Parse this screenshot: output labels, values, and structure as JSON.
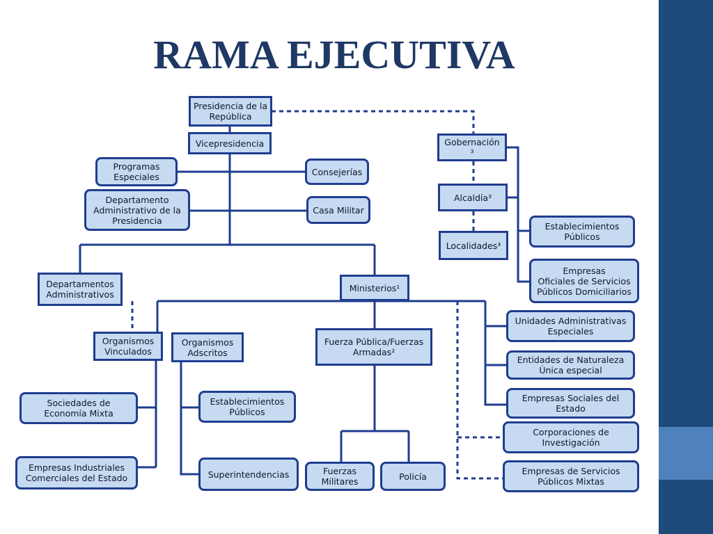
{
  "title": "RAMA EJECUTIVA",
  "colors": {
    "box_fill": "#c6daf2",
    "box_border": "#1f3d8f",
    "title": "#1f3864",
    "sidebar": "#1f4a7c",
    "sidebar_accent": "#4f81bd"
  },
  "nodes": {
    "presidencia": "Presidencia de la\nRepública",
    "vicepresidencia": "Vicepresidencia",
    "programas_especiales": "Programas\nEspeciales",
    "consejerias": "Consejerías",
    "dapre": "Departamento\nAdministrativo de la\nPresidencia",
    "casa_militar": "Casa Militar",
    "departamentos_administrativos": "Departamentos\nAdministrativos",
    "ministerios": "Ministerios¹",
    "gobernacion": "Gobernación\n³",
    "alcaldia": "Alcaldía³",
    "localidades": "Localidades³",
    "establecimientos_publicos_territorial": "Establecimientos\nPúblicos",
    "empresas_oficiales": "Empresas\nOficiales de Servicios\nPúblicos Domiciliarios",
    "organismos_vinculados": "Organismos\nVinculados",
    "organismos_adscritos": "Organismos\nAdscritos",
    "fuerza_publica": "Fuerza Pública/Fuerzas\nArmadas²",
    "uae": "Unidades Administrativas\nEspeciales",
    "entidades_naturaleza": "Entidades de Naturaleza\nÚnica especial",
    "empresas_sociales": "Empresas Sociales del\nEstado",
    "corporaciones": "Corporaciones de\nInvestigación",
    "empresas_mixtas": "Empresas de Servicios\nPúblicos Mixtas",
    "sociedades_economia_mixta": "Sociedades de\nEconomía Mixta",
    "empresas_industriales": "Empresas Industriales\nComerciales del Estado",
    "establecimientos_publicos": "Establecimientos\nPúblicos",
    "superintendencias": "Superintendencias",
    "fuerzas_militares": "Fuerzas\nMilitares",
    "policia": "Policía"
  }
}
